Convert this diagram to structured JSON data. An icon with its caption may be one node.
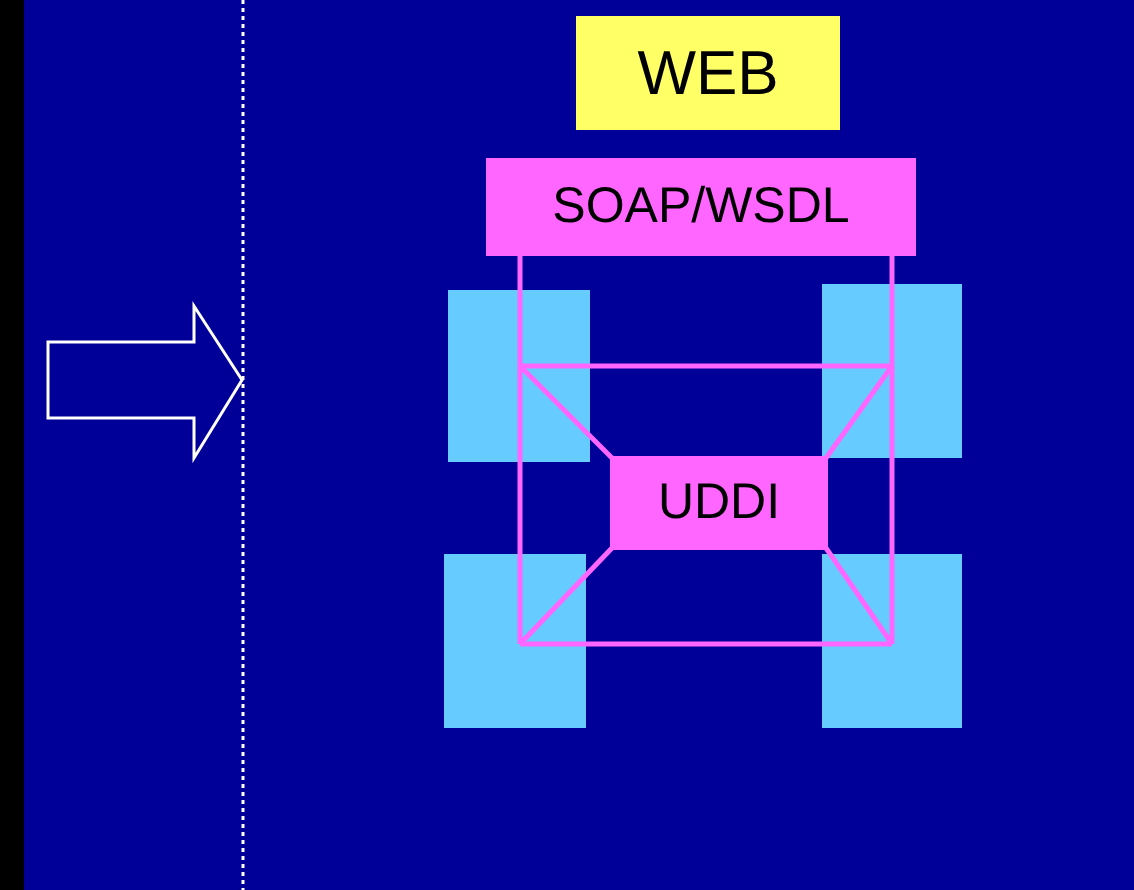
{
  "diagram": {
    "nodes": [
      {
        "text": [
          "WEB"
        ]
      },
      {
        "text": [
          "SOAP/WSDL"
        ]
      },
      {
        "text": [],
        "shape": "box"
      },
      {
        "text": [],
        "shape": "box"
      },
      {
        "text": [
          "UDDI"
        ]
      },
      {
        "text": [],
        "shape": "box"
      },
      {
        "text": [],
        "shape": "box"
      }
    ],
    "edges": [
      {
        "from": 4,
        "to": 2,
        "arrow": "none"
      },
      {
        "from": 4,
        "to": 3,
        "arrow": "none"
      },
      {
        "from": 4,
        "to": 5,
        "arrow": "none"
      },
      {
        "from": 4,
        "to": 6,
        "arrow": "none"
      },
      {
        "from": 2,
        "to": 3,
        "arrow": "none"
      },
      {
        "from": 5,
        "to": 6,
        "arrow": "none"
      },
      {
        "from": 1,
        "to": 2,
        "arrow": "none"
      },
      {
        "from": 1,
        "to": 3,
        "arrow": "none"
      },
      {
        "from": 2,
        "to": 5,
        "arrow": "none"
      },
      {
        "from": 3,
        "to": 6,
        "arrow": "none"
      }
    ]
  }
}
